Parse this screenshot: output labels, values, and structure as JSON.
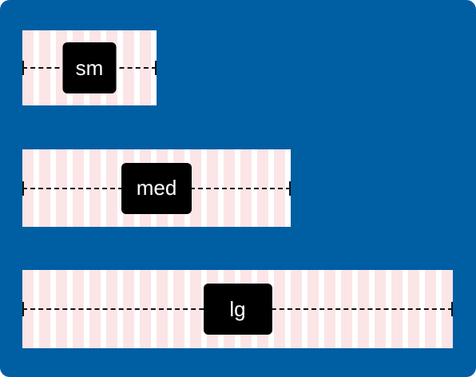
{
  "diagram": {
    "background_color": "#005ea2",
    "stripe_colors": [
      "#fbe5e7",
      "#ffffff"
    ],
    "label_color": "#000000",
    "sizes": [
      {
        "id": "sm",
        "label": "sm"
      },
      {
        "id": "med",
        "label": "med"
      },
      {
        "id": "lg",
        "label": "lg"
      }
    ]
  }
}
